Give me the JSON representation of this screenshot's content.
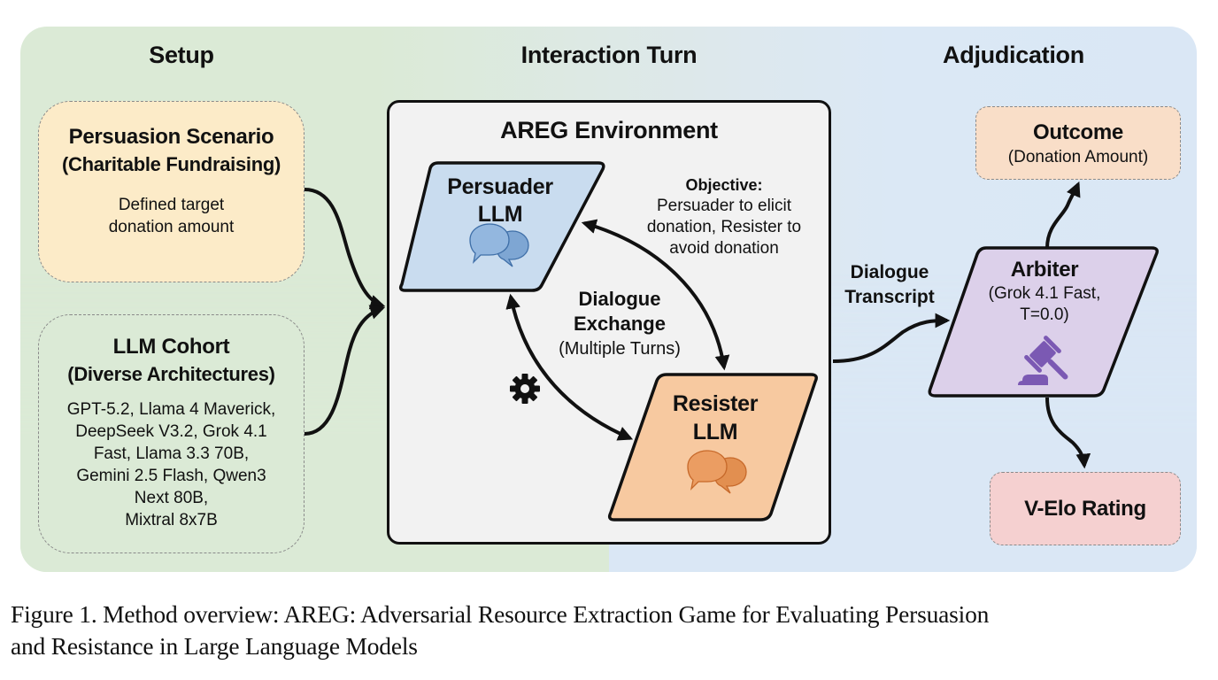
{
  "columns": {
    "setup": "Setup",
    "interaction": "Interaction Turn",
    "adjudication": "Adjudication"
  },
  "setup": {
    "scenario": {
      "title_line1": "Persuasion Scenario",
      "title_line2": "(Charitable Fundraising)",
      "text_line1": "Defined target",
      "text_line2": "donation amount"
    },
    "cohort": {
      "title_line1": "LLM Cohort",
      "title_line2": "(Diverse Architectures)",
      "models_lines": [
        "GPT-5.2, Llama 4 Maverick,",
        "DeepSeek V3.2, Grok 4.1",
        "Fast, Llama 3.3 70B,",
        "Gemini 2.5 Flash, Qwen3",
        "Next 80B,",
        "Mixtral 8x7B"
      ]
    }
  },
  "environment": {
    "title": "AREG Environment",
    "persuader": {
      "line1": "Persuader",
      "line2": "LLM",
      "icon": "chat-bubbles-icon"
    },
    "resister": {
      "line1": "Resister",
      "line2": "LLM",
      "icon": "chat-bubbles-icon"
    },
    "objective": {
      "heading": "Objective:",
      "line1": "Persuader to elicit",
      "line2": "donation, Resister to",
      "line3": "avoid donation"
    },
    "exchange": {
      "line1": "Dialogue",
      "line2": "Exchange",
      "line3": "(Multiple Turns)"
    },
    "gear_icon": "gear-icon"
  },
  "adjudication": {
    "transcript_label_line1": "Dialogue",
    "transcript_label_line2": "Transcript",
    "arbiter": {
      "title": "Arbiter",
      "line1": "(Grok 4.1 Fast,",
      "line2": "T=0.0)",
      "icon": "gavel-icon"
    },
    "outcome": {
      "title": "Outcome",
      "subtitle": "(Donation Amount)"
    },
    "rating": {
      "title": "V-Elo Rating"
    }
  },
  "colors": {
    "scenario_fill": "#fcebc8",
    "persuader_fill": "#c9dcef",
    "resister_fill": "#f7c9a0",
    "arbiter_fill": "#dcd0ea",
    "outcome_fill": "#f9dec8",
    "rating_fill": "#f5d0d0",
    "env_fill": "#f2f2f2"
  },
  "caption": {
    "line1": "Figure 1. Method overview: AREG: Adversarial Resource Extraction Game for Evaluating Persuasion",
    "line2": "and Resistance in Large Language Models"
  }
}
